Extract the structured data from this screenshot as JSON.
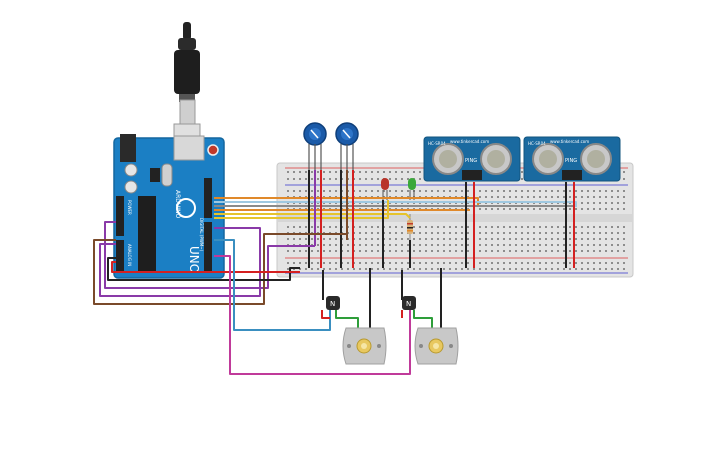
{
  "arduino": {
    "model": "UNO",
    "brand": "ARDUINO",
    "digital_label": "DIGITAL (PWM~)",
    "analog_label": "ANALOG IN",
    "power_label": "POWER"
  },
  "sensors": [
    {
      "model": "HC-SR04",
      "text": "www.tinkercad.com",
      "name": "PING"
    },
    {
      "model": "HC-SR04",
      "text": "www.tinkercad.com",
      "name": "PING"
    }
  ],
  "transistors": [
    {
      "label": "N"
    },
    {
      "label": "N"
    }
  ],
  "leds": [
    {
      "color": "#b8342a"
    },
    {
      "color": "#3aa83a"
    }
  ],
  "wire_colors": {
    "red": "#d42020",
    "black": "#222222",
    "orange": "#e0892a",
    "yellow": "#e6c42c",
    "purple": "#8a3aa8",
    "brown": "#7a4a2a",
    "blue": "#3a8fc0",
    "magenta": "#c03a9a",
    "green": "#2e9e3a",
    "grey": "#8a8a8a",
    "pale_blue": "#9fc8e0"
  }
}
